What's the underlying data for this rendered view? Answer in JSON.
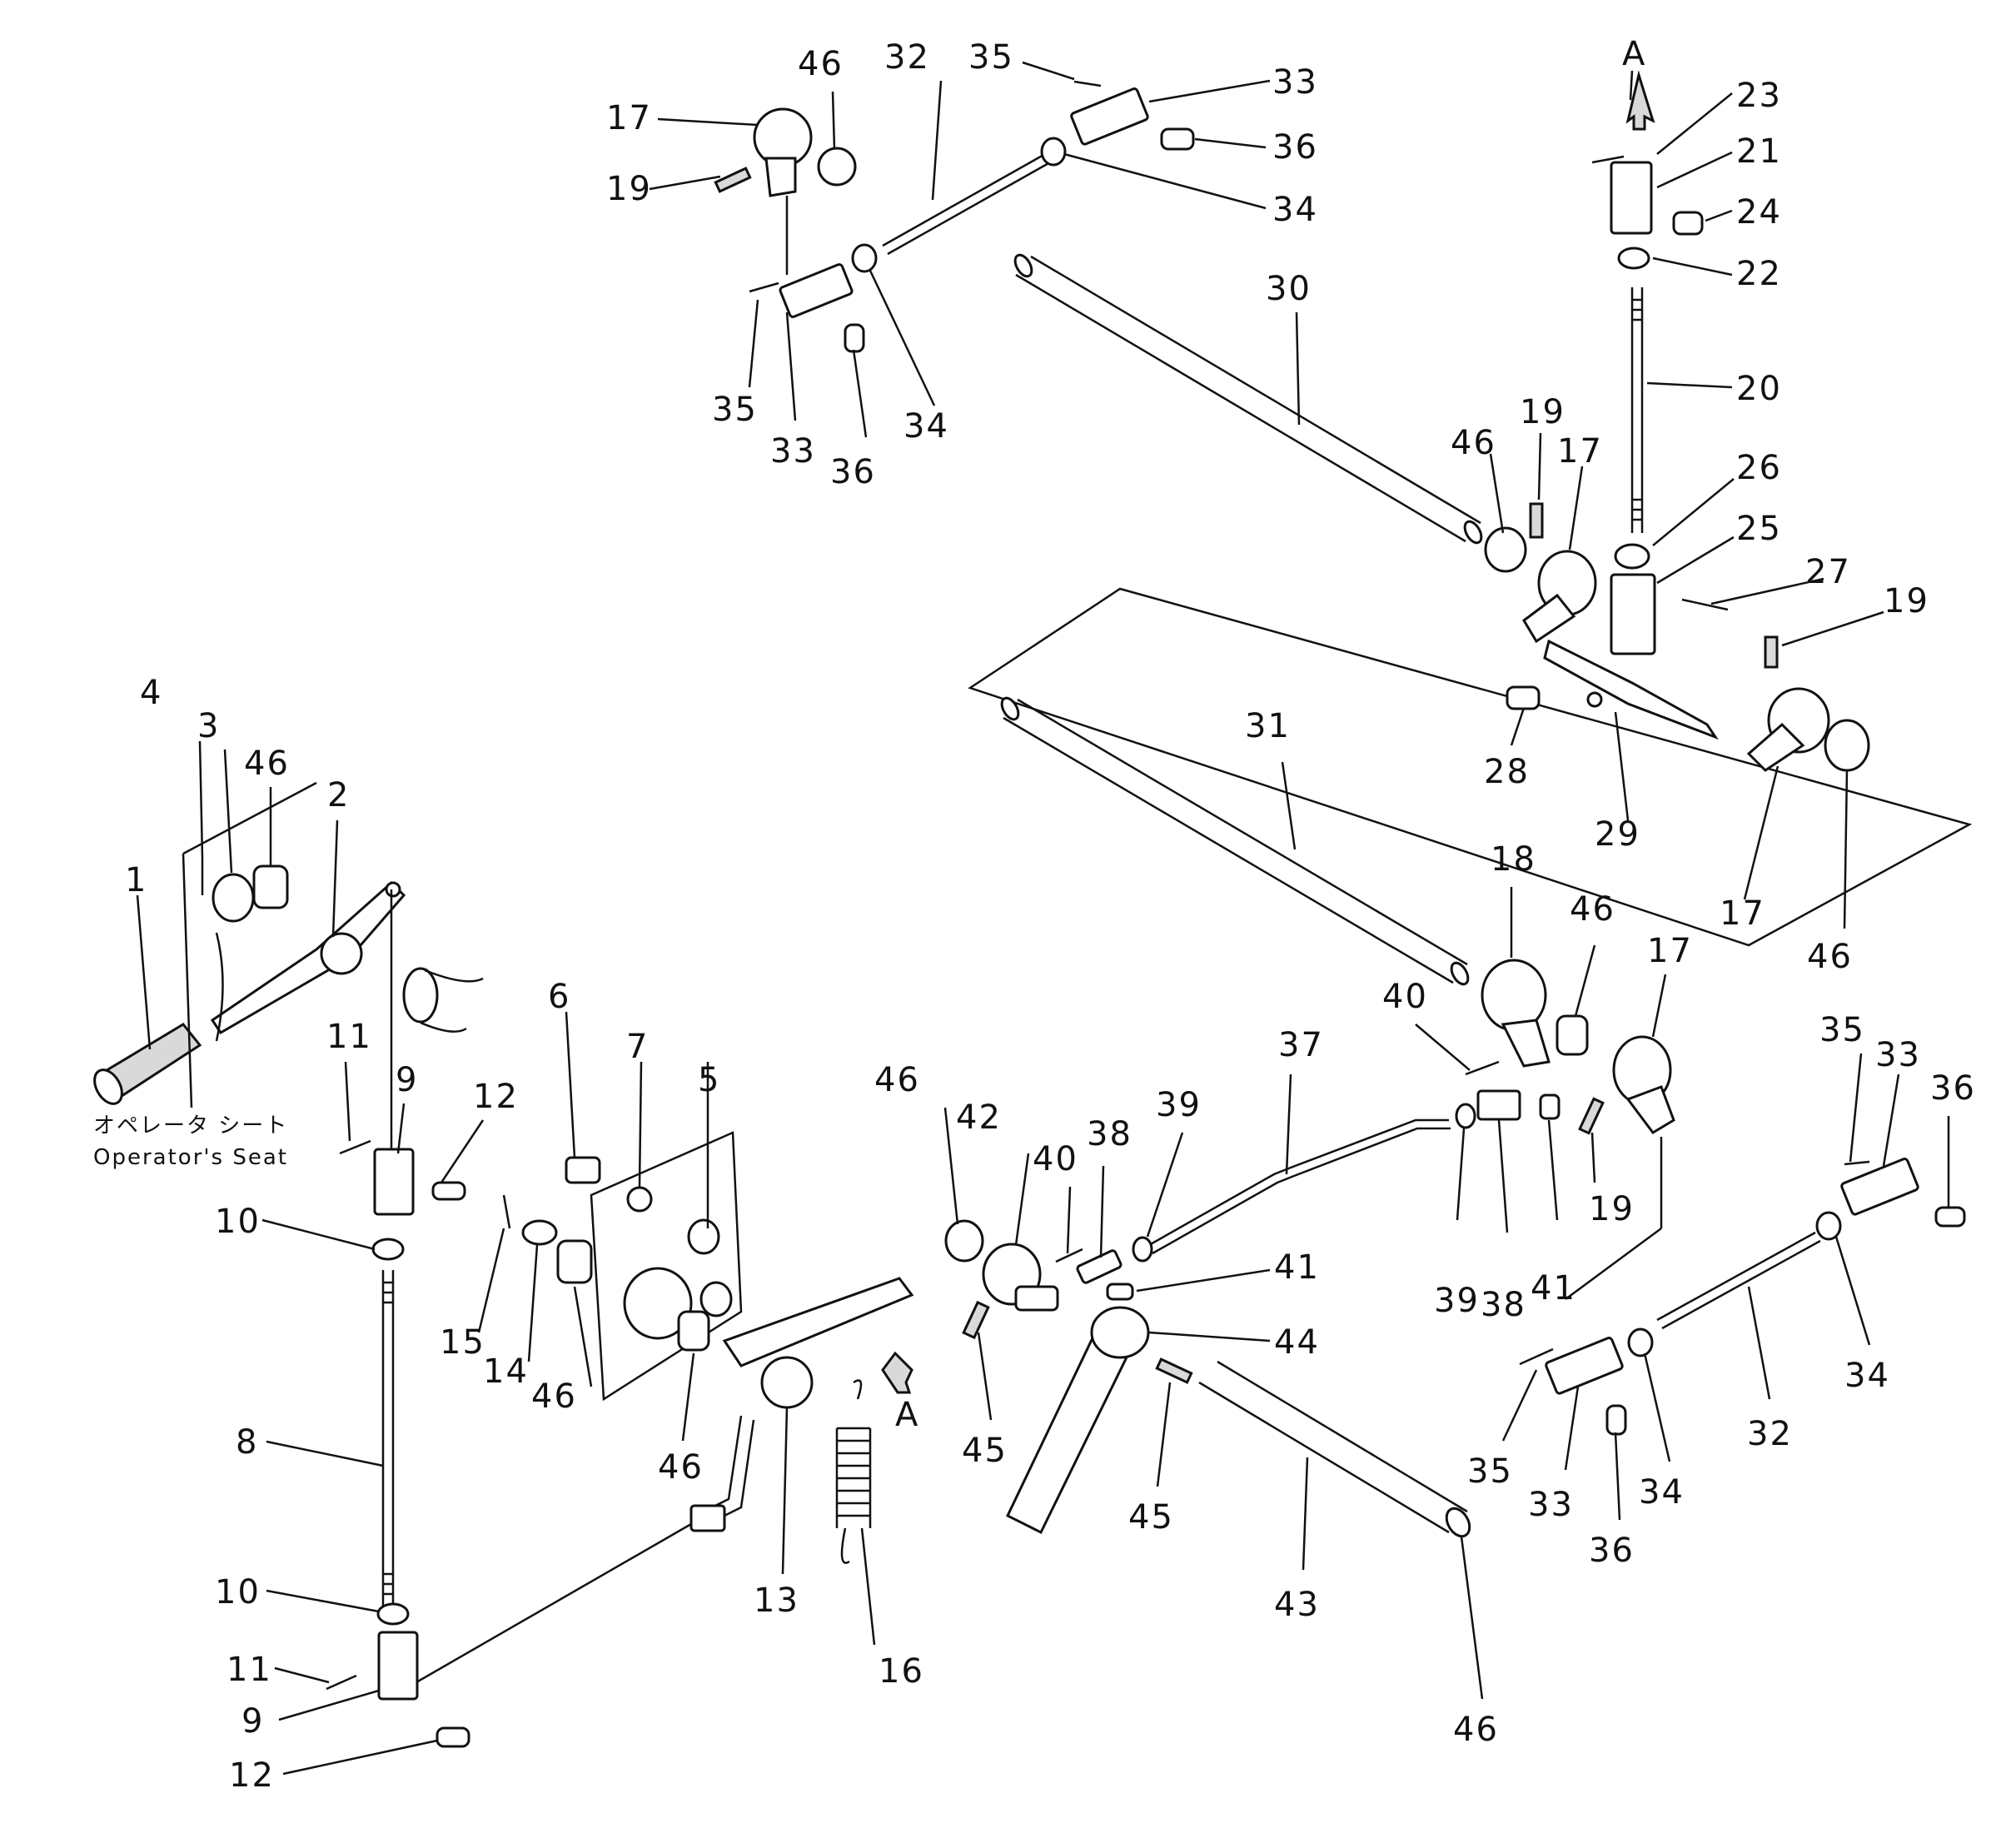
{
  "caption": {
    "jp": "オペレータ シート",
    "en": "Operator's Seat"
  },
  "view_marks": {
    "a_top": "A",
    "a_mid": "A"
  },
  "part_numbers": {
    "p1": "1",
    "p2": "2",
    "p3": "3",
    "p4": "4",
    "p5": "5",
    "p6": "6",
    "p7": "7",
    "p8": "8",
    "p9a": "9",
    "p9b": "9",
    "p10a": "10",
    "p10b": "10",
    "p11a": "11",
    "p11b": "11",
    "p12a": "12",
    "p12b": "12",
    "p13": "13",
    "p14": "14",
    "p15": "15",
    "p16": "16",
    "p17a": "17",
    "p17b": "17",
    "p17c": "17",
    "p17d": "17",
    "p18": "18",
    "p19a": "19",
    "p19b": "19",
    "p19c": "19",
    "p19d": "19",
    "p20": "20",
    "p21": "21",
    "p22": "22",
    "p23": "23",
    "p24": "24",
    "p25": "25",
    "p26": "26",
    "p27": "27",
    "p28": "28",
    "p29": "29",
    "p30": "30",
    "p31": "31",
    "p32a": "32",
    "p32b": "32",
    "p33a": "33",
    "p33b": "33",
    "p33c": "33",
    "p33d": "33",
    "p34a": "34",
    "p34b": "34",
    "p34c": "34",
    "p34d": "34",
    "p35a": "35",
    "p35b": "35",
    "p35c": "35",
    "p35d": "35",
    "p36a": "36",
    "p36b": "36",
    "p36c": "36",
    "p36d": "36",
    "p37": "37",
    "p38a": "38",
    "p38b": "38",
    "p39a": "39",
    "p39b": "39",
    "p40a": "40",
    "p40b": "40",
    "p41a": "41",
    "p41b": "41",
    "p42": "42",
    "p43": "43",
    "p44": "44",
    "p45a": "45",
    "p45b": "45",
    "p46a": "46",
    "p46b": "46",
    "p46c": "46",
    "p46d": "46",
    "p46e": "46",
    "p46f": "46",
    "p46g": "46",
    "p46h": "46",
    "p46i": "46"
  }
}
